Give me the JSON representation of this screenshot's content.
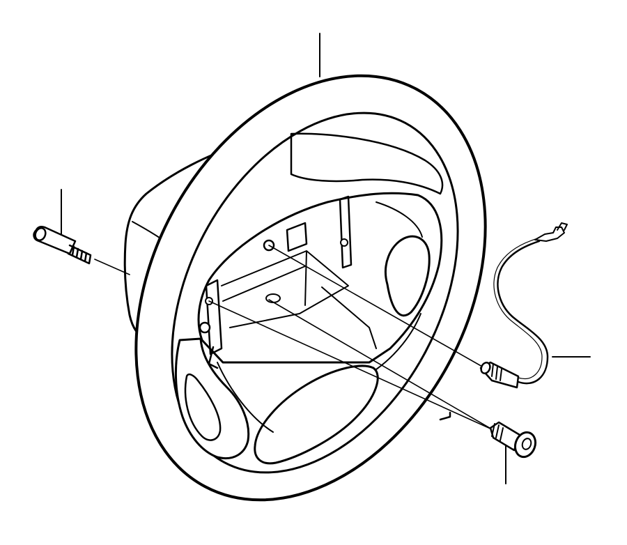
{
  "diagram": {
    "subject": "steering-wheel-exploded-view",
    "colors": {
      "ink": "#000000",
      "background": "#ffffff"
    },
    "parts": [
      {
        "id": "steering-wheel",
        "icon": "steering-wheel-icon"
      },
      {
        "id": "guide-pin",
        "icon": "pin-icon"
      },
      {
        "id": "horn-cable",
        "icon": "cable-icon"
      },
      {
        "id": "connector-screw",
        "icon": "screw-icon"
      },
      {
        "id": "flange-screw",
        "icon": "screw-icon"
      }
    ],
    "callout_count": 4
  }
}
